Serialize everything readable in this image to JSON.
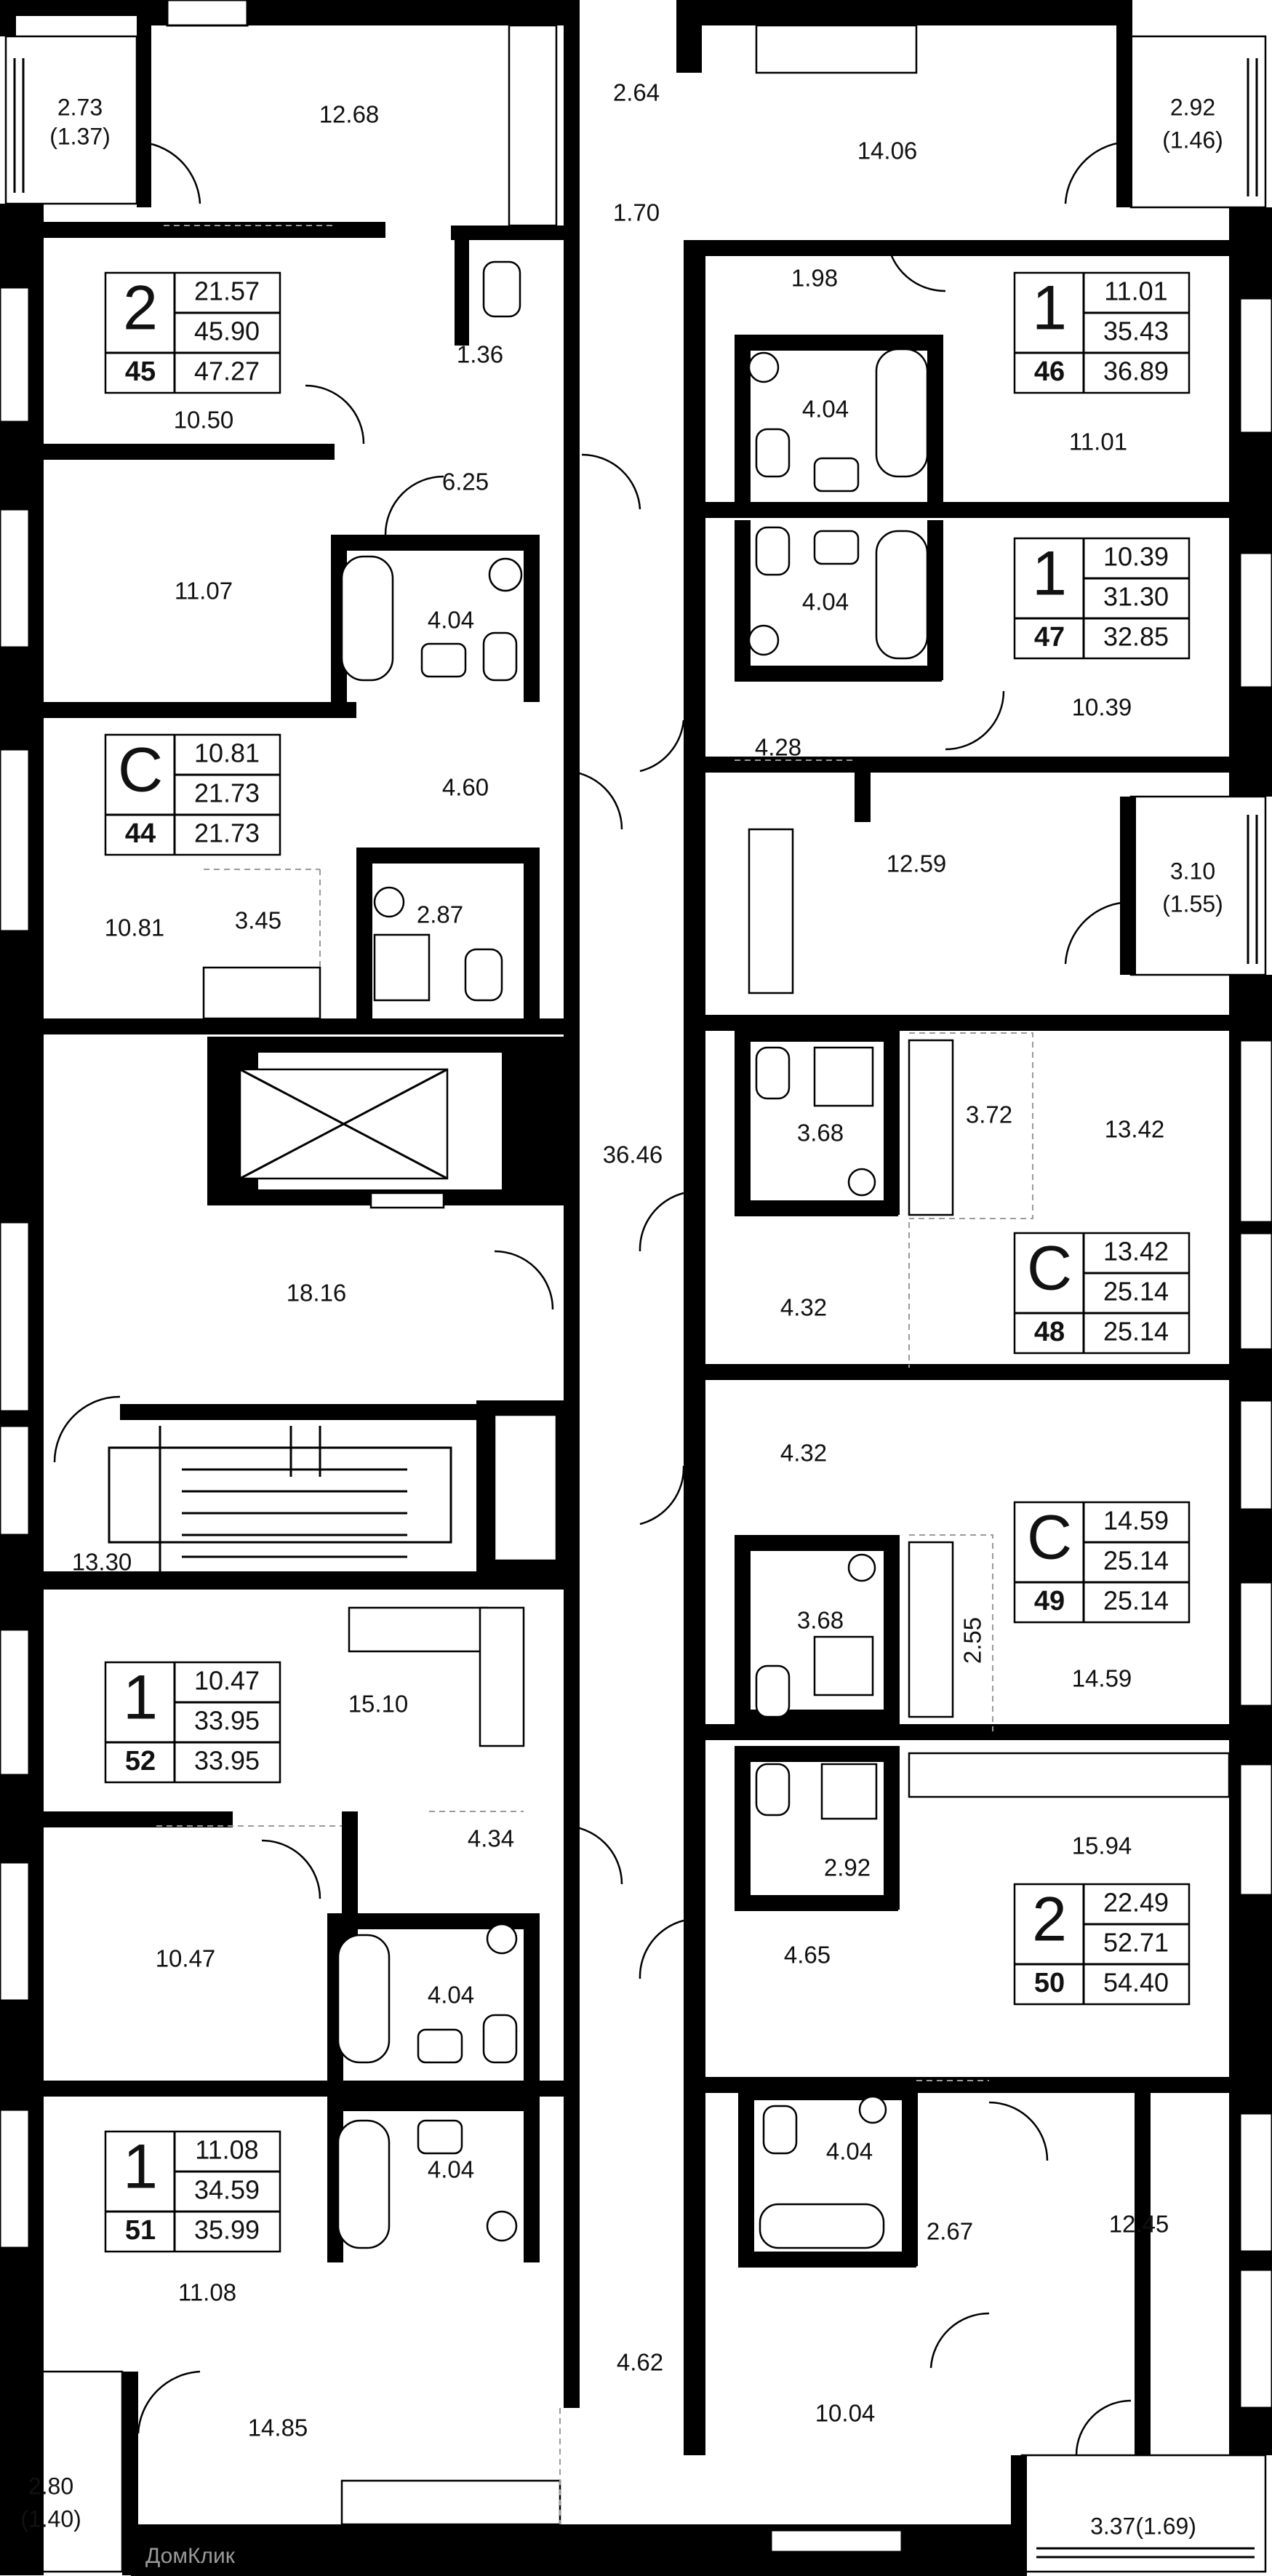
{
  "rooms": [
    {
      "id": "r01",
      "label": "12.68"
    },
    {
      "id": "r02",
      "label": "2.64"
    },
    {
      "id": "r03",
      "label": "14.06"
    },
    {
      "id": "r04",
      "label": "1.70"
    },
    {
      "id": "r05",
      "label": "1.98"
    },
    {
      "id": "r06",
      "label": "1.36"
    },
    {
      "id": "r07",
      "label": "4.04"
    },
    {
      "id": "r08",
      "label": "11.01"
    },
    {
      "id": "r09",
      "label": "10.50"
    },
    {
      "id": "r10",
      "label": "6.25"
    },
    {
      "id": "r11",
      "label": "11.07"
    },
    {
      "id": "r12",
      "label": "4.04"
    },
    {
      "id": "r13",
      "label": "4.04"
    },
    {
      "id": "r14",
      "label": "10.39"
    },
    {
      "id": "r15",
      "label": "4.28"
    },
    {
      "id": "r16",
      "label": "4.60"
    },
    {
      "id": "r17",
      "label": "12.59"
    },
    {
      "id": "r18",
      "label": "3.45"
    },
    {
      "id": "r19",
      "label": "2.87"
    },
    {
      "id": "r20",
      "label": "10.81"
    },
    {
      "id": "r21",
      "label": "36.46"
    },
    {
      "id": "r22",
      "label": "3.68"
    },
    {
      "id": "r23",
      "label": "3.72"
    },
    {
      "id": "r24",
      "label": "13.42"
    },
    {
      "id": "r25",
      "label": "18.16"
    },
    {
      "id": "r26",
      "label": "4.32"
    },
    {
      "id": "r27",
      "label": "4.32"
    },
    {
      "id": "r28",
      "label": "13.30"
    },
    {
      "id": "r29",
      "label": "3.68"
    },
    {
      "id": "r30",
      "label": "2.55"
    },
    {
      "id": "r31",
      "label": "14.59"
    },
    {
      "id": "r32",
      "label": "15.10"
    },
    {
      "id": "r33",
      "label": "15.94"
    },
    {
      "id": "r34",
      "label": "4.34"
    },
    {
      "id": "r35",
      "label": "2.92"
    },
    {
      "id": "r36",
      "label": "10.47"
    },
    {
      "id": "r37",
      "label": "4.04"
    },
    {
      "id": "r38",
      "label": "4.65"
    },
    {
      "id": "r39",
      "label": "4.04"
    },
    {
      "id": "r40",
      "label": "4.04"
    },
    {
      "id": "r41",
      "label": "2.67"
    },
    {
      "id": "r42",
      "label": "12.45"
    },
    {
      "id": "r43",
      "label": "11.08"
    },
    {
      "id": "r44",
      "label": "4.62"
    },
    {
      "id": "r45",
      "label": "14.85"
    },
    {
      "id": "r46",
      "label": "10.04"
    }
  ],
  "balconies": [
    {
      "id": "b1",
      "area": "2.73",
      "reduced": "(1.37)"
    },
    {
      "id": "b2",
      "area": "2.92",
      "reduced": "(1.46)"
    },
    {
      "id": "b3",
      "area": "3.10",
      "reduced": "(1.55)"
    },
    {
      "id": "b4",
      "area": "2.80",
      "reduced": "(1.40)"
    },
    {
      "id": "b5",
      "area": "3.37(1.69)",
      "reduced": ""
    }
  ],
  "units": [
    {
      "number": "45",
      "rooms": "2",
      "living": "21.57",
      "total": "45.90",
      "total_with_balcony": "47.27"
    },
    {
      "number": "46",
      "rooms": "1",
      "living": "11.01",
      "total": "35.43",
      "total_with_balcony": "36.89"
    },
    {
      "number": "47",
      "rooms": "1",
      "living": "10.39",
      "total": "31.30",
      "total_with_balcony": "32.85"
    },
    {
      "number": "44",
      "rooms": "С",
      "living": "10.81",
      "total": "21.73",
      "total_with_balcony": "21.73"
    },
    {
      "number": "48",
      "rooms": "С",
      "living": "13.42",
      "total": "25.14",
      "total_with_balcony": "25.14"
    },
    {
      "number": "49",
      "rooms": "С",
      "living": "14.59",
      "total": "25.14",
      "total_with_balcony": "25.14"
    },
    {
      "number": "52",
      "rooms": "1",
      "living": "10.47",
      "total": "33.95",
      "total_with_balcony": "33.95"
    },
    {
      "number": "50",
      "rooms": "2",
      "living": "22.49",
      "total": "52.71",
      "total_with_balcony": "54.40"
    },
    {
      "number": "51",
      "rooms": "1",
      "living": "11.08",
      "total": "34.59",
      "total_with_balcony": "35.99"
    }
  ],
  "watermark": "ДомКлик"
}
